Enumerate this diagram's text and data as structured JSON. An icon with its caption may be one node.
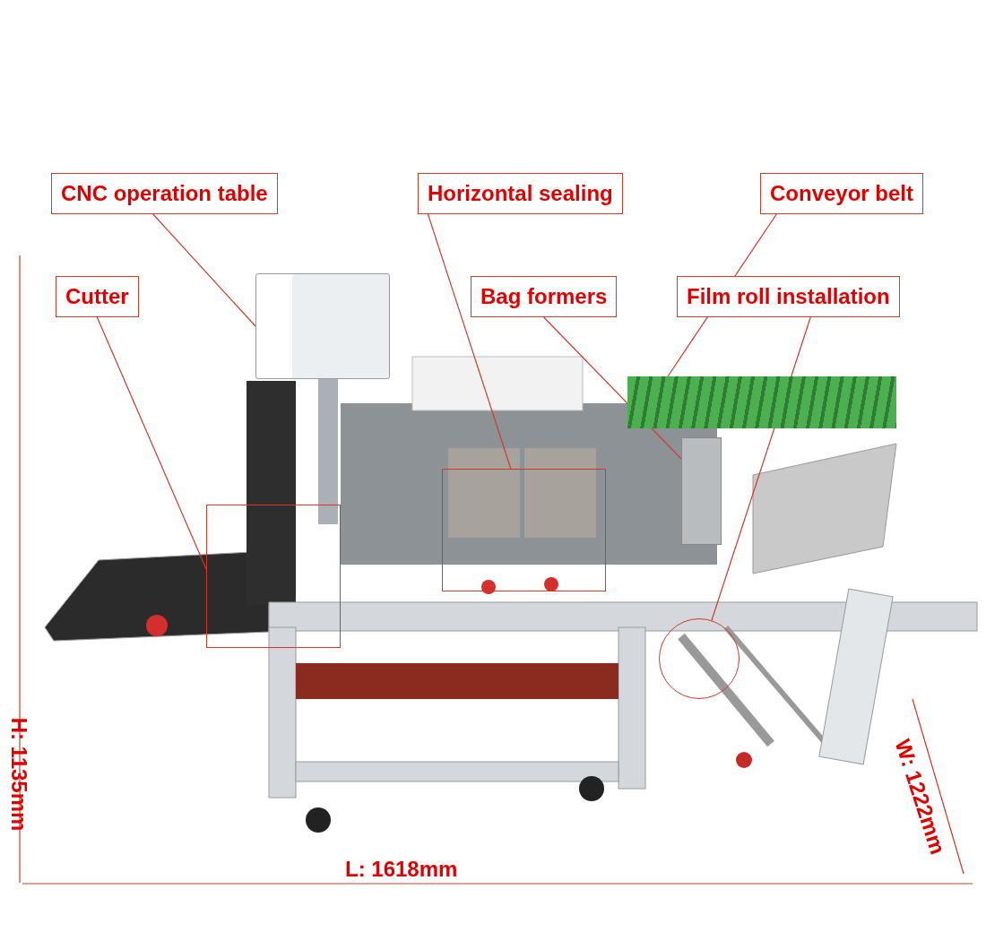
{
  "diagram": {
    "nodes": [
      {
        "text": [
          "CNC operation table"
        ]
      },
      {
        "text": [
          "Horizontal sealing"
        ]
      },
      {
        "text": [
          "Conveyor belt"
        ]
      },
      {
        "text": [
          "Cutter"
        ]
      },
      {
        "text": [
          "Bag formers"
        ]
      },
      {
        "text": [
          "Film roll installation"
        ]
      },
      {
        "text": [],
        "shape": "box"
      },
      {
        "text": [],
        "shape": "box"
      },
      {
        "text": [],
        "shape": "box"
      },
      {
        "text": [],
        "shape": "box"
      },
      {
        "text": [],
        "shape": "bar"
      },
      {
        "text": [],
        "shape": "circle"
      }
    ],
    "edges": [
      {
        "from": 0,
        "to": 6,
        "arrow": "none"
      },
      {
        "from": 1,
        "to": 8,
        "arrow": "none"
      },
      {
        "from": 2,
        "to": 10,
        "arrow": "none"
      },
      {
        "from": 3,
        "to": 7,
        "arrow": "none"
      },
      {
        "from": 4,
        "to": 9,
        "arrow": "none"
      },
      {
        "from": 5,
        "to": 11,
        "arrow": "none"
      }
    ],
    "labels": [
      "H: 1135mm",
      "L: 1618mm",
      "W: 1222mm"
    ]
  }
}
